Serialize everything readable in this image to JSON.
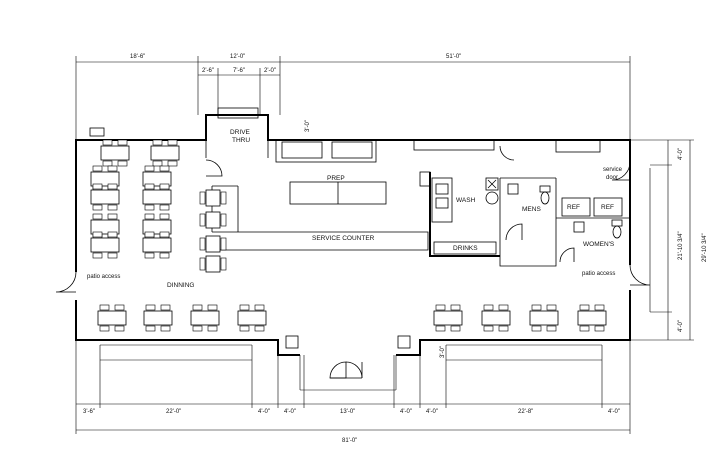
{
  "dimensions": {
    "top_left": "18'-6\"",
    "top_mid": "12'-0\"",
    "top_right": "51'-0\"",
    "dt_a": "2'-6\"",
    "dt_b": "7'-6\"",
    "dt_c": "2'-0\"",
    "dt_side": "3'-0\"",
    "right_top": "4'-0\"",
    "right_mid": "21'-10 3/4\"",
    "right_bottom": "4'-0\"",
    "right_total": "29'-10 3/4\"",
    "bottom_1": "3'-6\"",
    "bottom_2": "22'-0\"",
    "bottom_3": "4'-0\"",
    "bottom_4": "4'-0\"",
    "bottom_5": "13'-0\"",
    "bottom_6": "4'-0\"",
    "bottom_7": "4'-0\"",
    "bottom_8": "22'-8\"",
    "bottom_9": "4'-0\"",
    "bottom_total": "81'-0\"",
    "entry_side": "3'-0\""
  },
  "rooms": {
    "drive_thru_1": "DRIVE",
    "drive_thru_2": "THRU",
    "prep": "PREP",
    "service_counter": "SERVICE COUNTER",
    "wash": "WASH",
    "mens": "MENS",
    "womens": "WOMEN'S",
    "ref_1": "REF",
    "ref_2": "REF",
    "drinks": "DRINKS",
    "dinning": "DINNING",
    "patio_access_left": "patio access",
    "patio_access_right": "patio access",
    "service_door_1": "service",
    "service_door_2": "door"
  }
}
